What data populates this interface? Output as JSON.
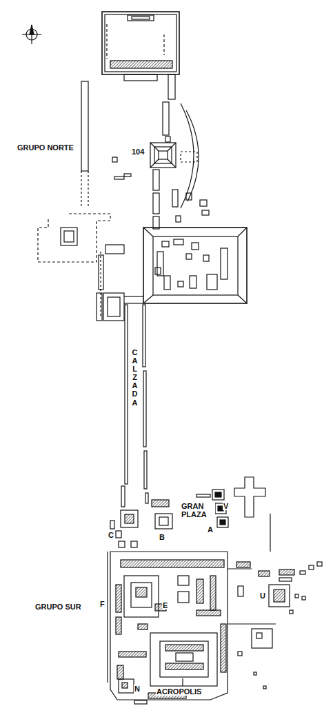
{
  "diagram": {
    "labels": [
      "GRUPO NORTE",
      "104",
      "CALZADA",
      "C",
      "B",
      "GRAN PLAZA",
      "A",
      "V",
      "GRUPO SUR",
      "F",
      "E",
      "U",
      "N",
      "ACROPOLIS"
    ]
  }
}
